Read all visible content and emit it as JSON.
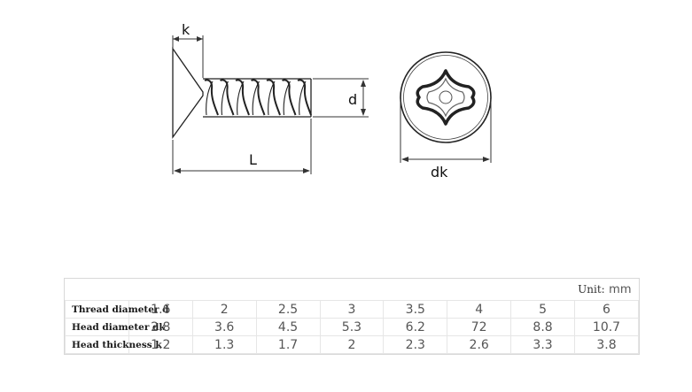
{
  "diagram": {
    "labels": {
      "head_thickness": "k",
      "length": "L",
      "thread_diameter": "d",
      "head_diameter": "dk"
    }
  },
  "table": {
    "unit_label": "Unit:",
    "unit_value": "mm",
    "rows": [
      {
        "label": "Thread diameter d",
        "values": [
          "1.6",
          "2",
          "2.5",
          "3",
          "3.5",
          "4",
          "5",
          "6"
        ]
      },
      {
        "label": "Head diameter  dk",
        "values": [
          "2.8",
          "3.6",
          "4.5",
          "5.3",
          "6.2",
          "72",
          "8.8",
          "10.7"
        ]
      },
      {
        "label": "Head thickness k",
        "values": [
          "1.2",
          "1.3",
          "1.7",
          "2",
          "2.3",
          "2.6",
          "3.3",
          "3.8"
        ]
      }
    ]
  }
}
